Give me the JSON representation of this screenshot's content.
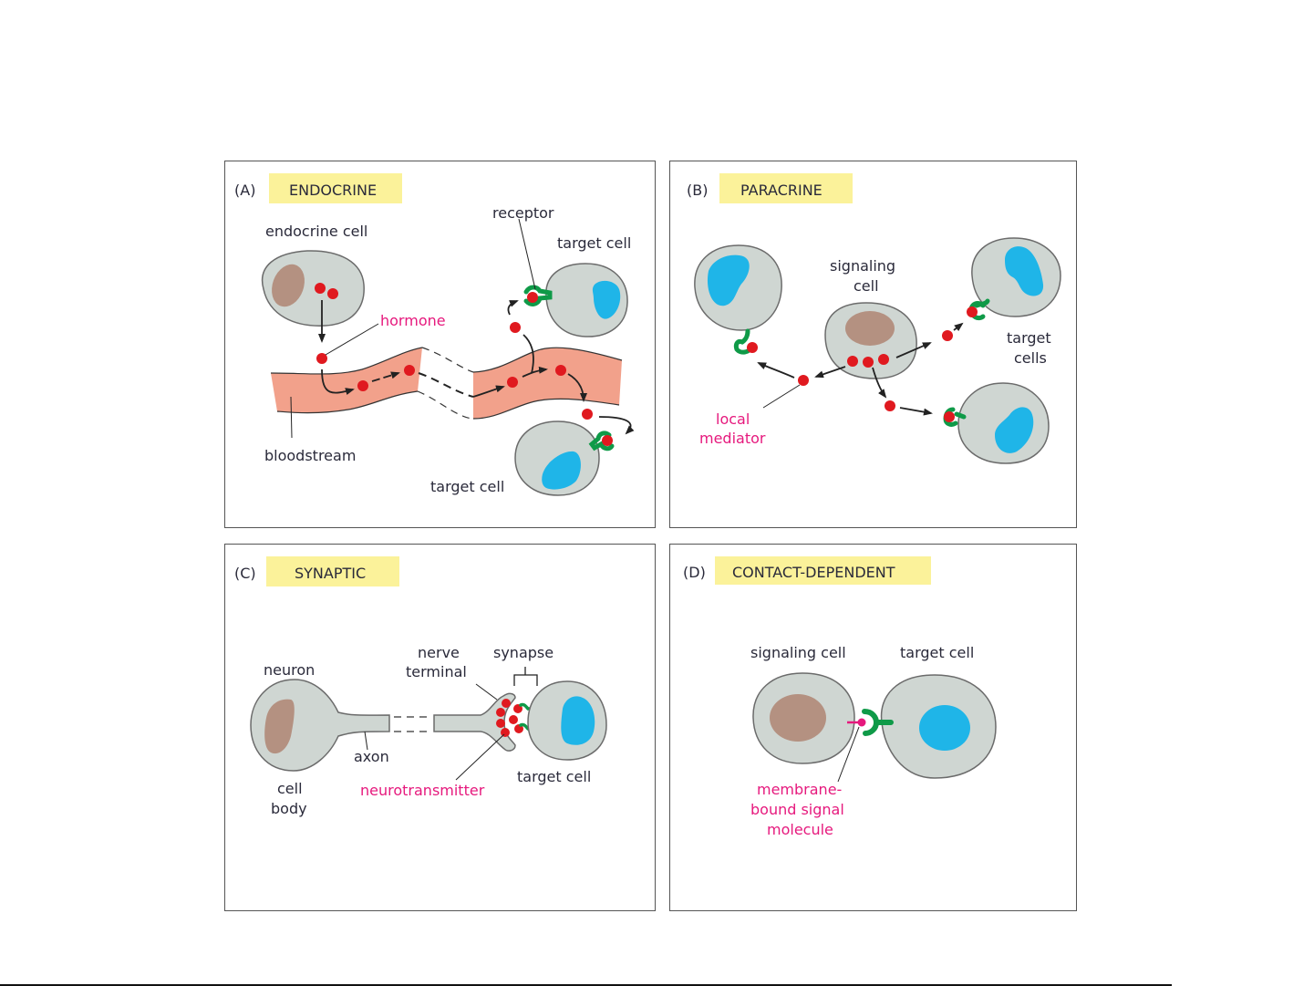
{
  "colors": {
    "cell_fill": "#cfd6d2",
    "cell_stroke": "#6b6b6b",
    "signaling_nucleus": "#b49181",
    "target_nucleus": "#1fb5e8",
    "molecule": "#e0191f",
    "receptor": "#0f9a48",
    "bloodstream": "#f2a18b",
    "header_bg": "#fbf29a",
    "label_text": "#2a2a3a",
    "highlight_text": "#e6197d"
  },
  "panels": [
    {
      "letter": "(A)",
      "title": "ENDOCRINE",
      "labels": {
        "endocrine_cell": "endocrine cell",
        "receptor": "receptor",
        "target_cell_top": "target cell",
        "hormone": "hormone",
        "bloodstream": "bloodstream",
        "target_cell_bottom": "target cell"
      }
    },
    {
      "letter": "(B)",
      "title": "PARACRINE",
      "labels": {
        "signaling_cell_line1": "signaling",
        "signaling_cell_line2": "cell",
        "target_cells_line1": "target",
        "target_cells_line2": "cells",
        "local_mediator_line1": "local",
        "local_mediator_line2": "mediator"
      }
    },
    {
      "letter": "(C)",
      "title": "SYNAPTIC",
      "labels": {
        "neuron": "neuron",
        "nerve_terminal_line1": "nerve",
        "nerve_terminal_line2": "terminal",
        "synapse": "synapse",
        "axon": "axon",
        "cell_body_line1": "cell",
        "cell_body_line2": "body",
        "neurotransmitter": "neurotransmitter",
        "target_cell": "target cell"
      }
    },
    {
      "letter": "(D)",
      "title": "CONTACT-DEPENDENT",
      "labels": {
        "signaling_cell": "signaling cell",
        "target_cell": "target cell",
        "membrane_line1": "membrane-",
        "membrane_line2": "bound signal",
        "membrane_line3": "molecule"
      }
    }
  ]
}
